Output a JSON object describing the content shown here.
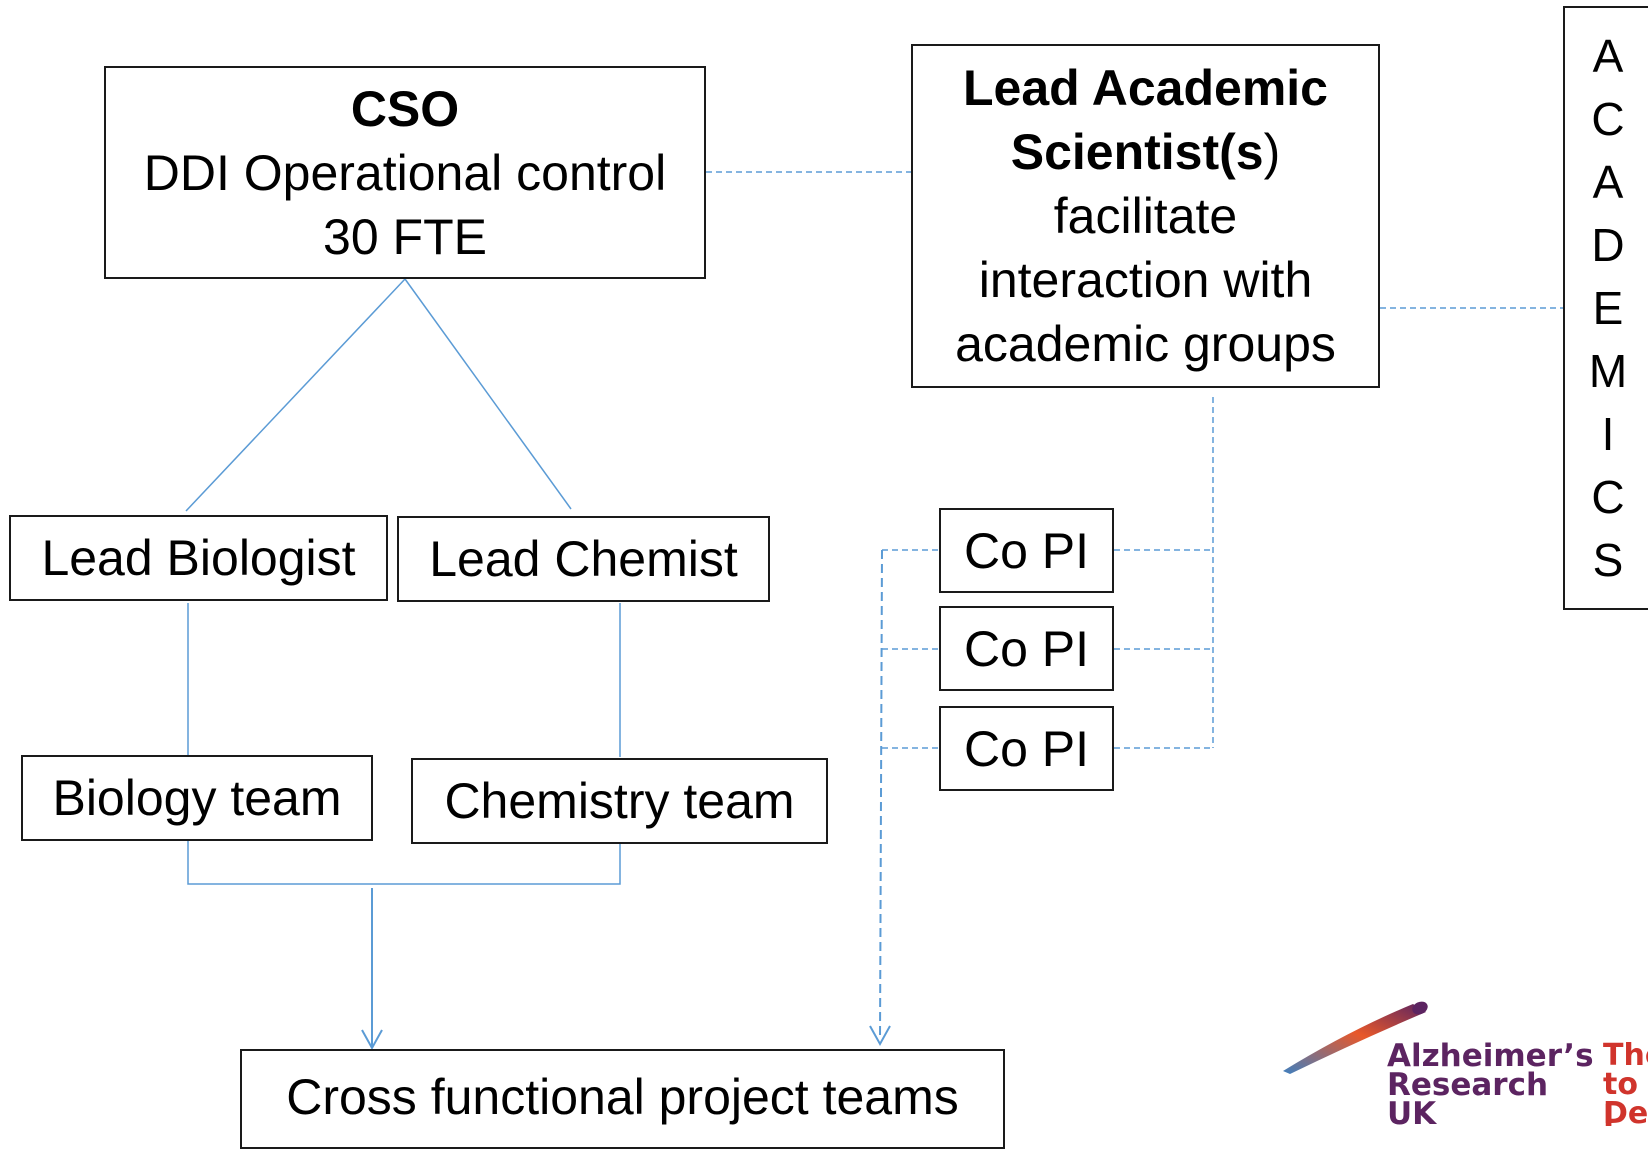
{
  "cso_box": {
    "title": "CSO",
    "line1": "DDI Operational control",
    "line2": "30 FTE"
  },
  "lead_academic": {
    "title_line1": "Lead Academic",
    "title_line2": "Scientist(s",
    "title_paren": ")",
    "line3": "facilitate",
    "line4": "interaction with",
    "line5": "academic groups"
  },
  "academics_letters": [
    "A",
    "C",
    "A",
    "D",
    "E",
    "M",
    "I",
    "C",
    "S"
  ],
  "lead_biologist": "Lead Biologist",
  "lead_chemist": "Lead Chemist",
  "biology_team": "Biology team",
  "chemistry_team": "Chemistry team",
  "co_pi_boxes": [
    "Co PI",
    "Co PI",
    "Co PI"
  ],
  "cross_functional": "Cross functional project teams",
  "logo": {
    "line1": "Alzheimer’s",
    "line2": "Research",
    "line3": "UK",
    "partial_line1": "The",
    "partial_line2": "to I",
    "partial_line3": "Der"
  },
  "colors": {
    "connector": "#5b9bd5",
    "logo_purple": "#5c2461",
    "logo_orange": "#e8582a",
    "logo_blue": "#3f7fbf",
    "partial_red": "#d0342c"
  }
}
